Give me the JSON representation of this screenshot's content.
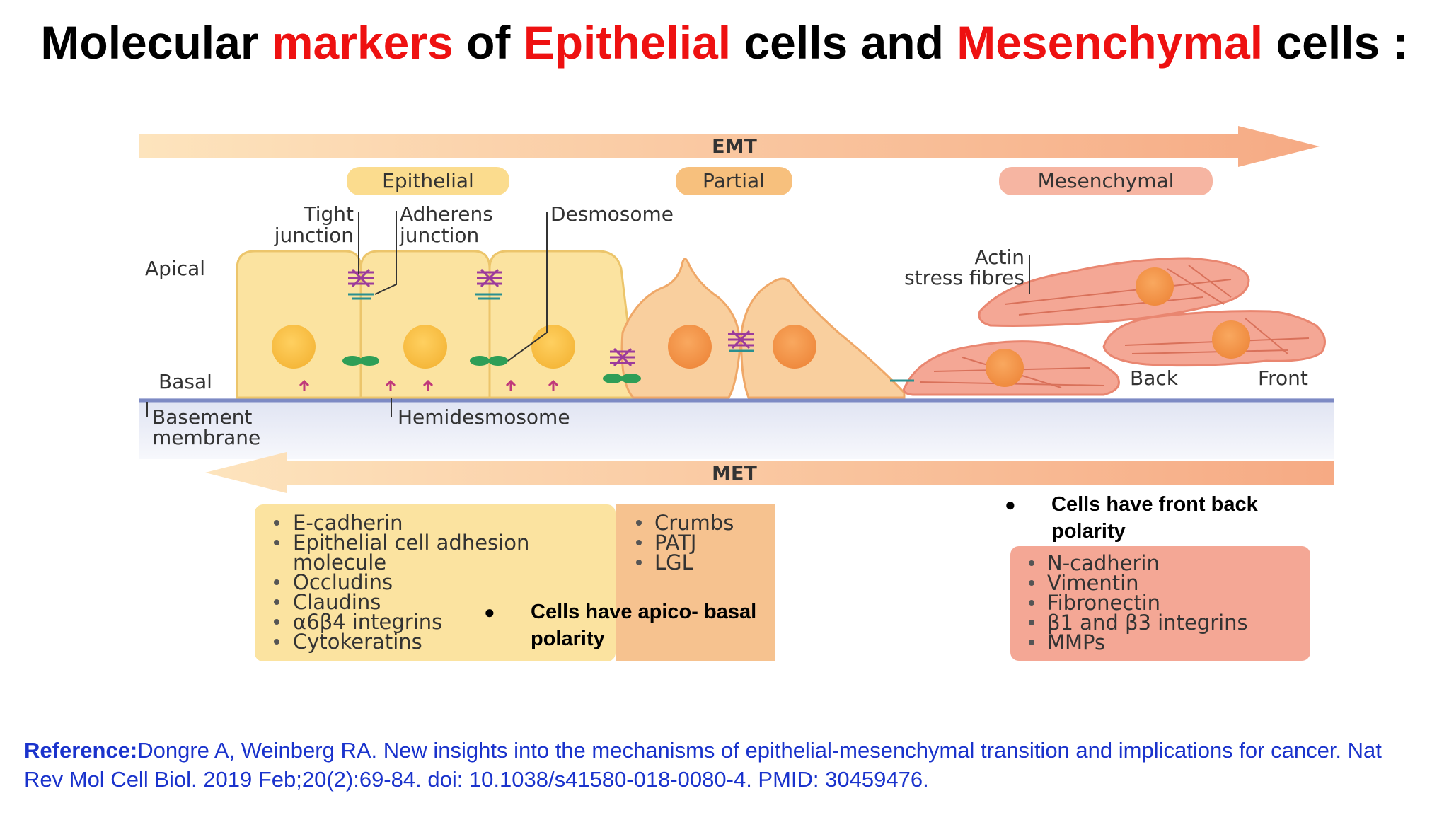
{
  "title": {
    "part1": "Molecular ",
    "part2": "markers",
    "part3": " of ",
    "part4": "Epithelial",
    "part5": " cells and ",
    "part6": "Mesenchymal",
    "part7": " cells :"
  },
  "diagram": {
    "emt_label": "EMT",
    "met_label": "MET",
    "stages": {
      "epithelial": "Epithelial",
      "partial": "Partial",
      "mesenchymal": "Mesenchymal"
    },
    "labels": {
      "tight_1": "Tight",
      "tight_2": "junction",
      "adherens_1": "Adherens",
      "adherens_2": "junction",
      "desmosome": "Desmosome",
      "apical": "Apical",
      "basal": "Basal",
      "basement_1": "Basement",
      "basement_2": "membrane",
      "hemidesmosome": "Hemidesmosome",
      "actin_1": "Actin",
      "actin_2": "stress fibres",
      "back": "Back",
      "front": "Front"
    },
    "epithelial_markers": [
      "E-cadherin",
      "Epithelial cell adhesion",
      "molecule",
      "Occludins",
      "Claudins",
      "α6β4 integrins",
      "Cytokeratins"
    ],
    "polarity_markers": [
      "Crumbs",
      "PATJ",
      "LGL"
    ],
    "mesenchymal_markers": [
      "N-cadherin",
      "Vimentin",
      "Fibronectin",
      "β1 and β3 integrins",
      "MMPs"
    ]
  },
  "notes": {
    "apico_bullet": "●",
    "apico_line1": "Cells have apico- basal",
    "apico_line2": "polarity",
    "front_bullet": "●",
    "front_line1": "Cells have front back",
    "front_line2": "polarity"
  },
  "reference": {
    "label": "Reference:",
    "text": "Dongre A, Weinberg RA. New insights into the mechanisms of epithelial-mesenchymal transition and implications for cancer. Nat Rev Mol Cell Biol. 2019 Feb;20(2):69-84. doi: 10.1038/s41580-018-0080-4. PMID: 30459476."
  },
  "colors": {
    "accent_red": "#ee1111",
    "epithelial_yellow": "#fbe3a0",
    "partial_orange": "#f6c28f",
    "mesenchymal_pink": "#f4a795",
    "reference_blue": "#1a33cc"
  }
}
